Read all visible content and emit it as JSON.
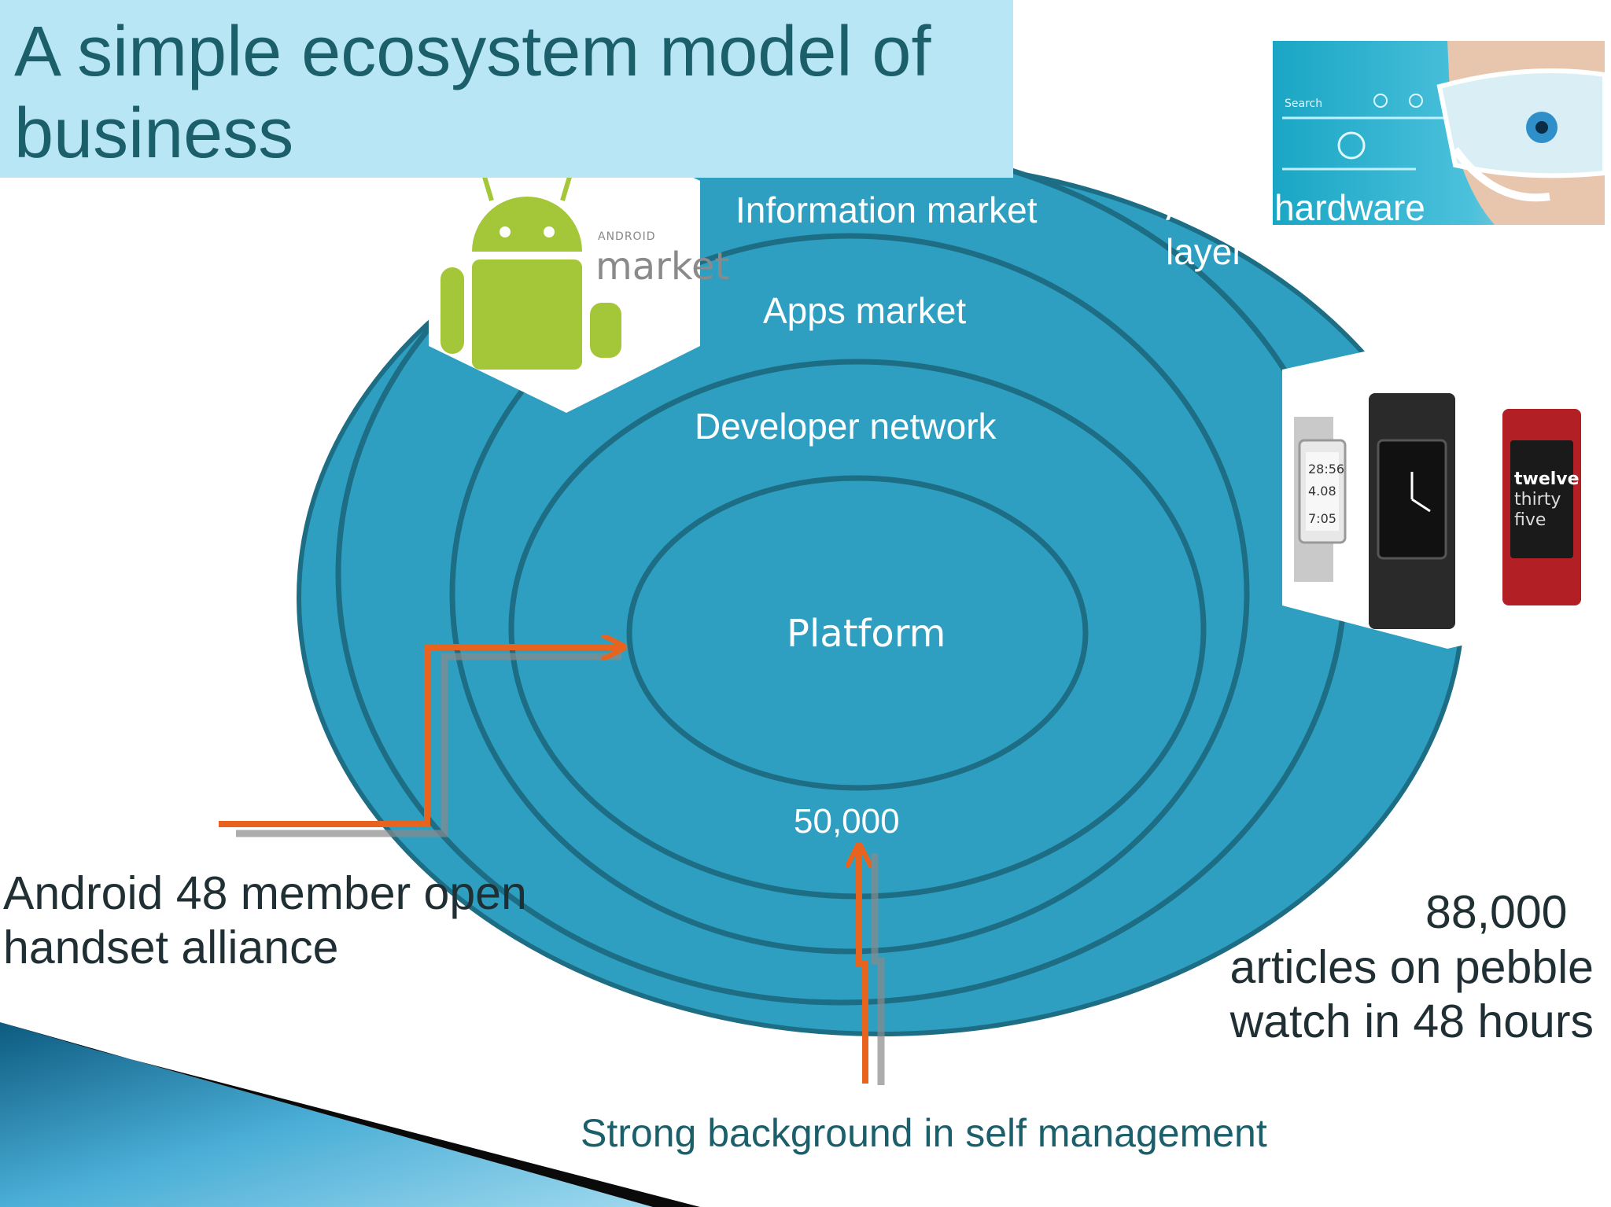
{
  "slide": {
    "title": "A simple ecosystem model of business"
  },
  "rings": {
    "outer": "A new hardware layer",
    "information": "Information market",
    "apps": "Apps market",
    "developer": "Developer network",
    "platform": "Platform",
    "count": "50,000"
  },
  "annotations": {
    "alliance": "Android 48 member open handset alliance",
    "pebble_count": "88,000",
    "pebble_text": "articles on pebble watch in 48 hours",
    "background": "Strong background in self management"
  },
  "images": {
    "android_market_logo_text": "ANDROID",
    "android_market_word": "market",
    "pebble_watch_text": [
      "twelve",
      "thirty",
      "five"
    ],
    "pebble_watch_time": [
      "28:56",
      "4.08",
      "7:05"
    ],
    "hud_search_label": "Search"
  },
  "colors": {
    "ring_fill": "#2e9fc1",
    "ring_stroke": "#1d6d85",
    "arrow": "#e8641e",
    "title_bg": "#b8e6f4",
    "title_text": "#1b5f6b"
  }
}
